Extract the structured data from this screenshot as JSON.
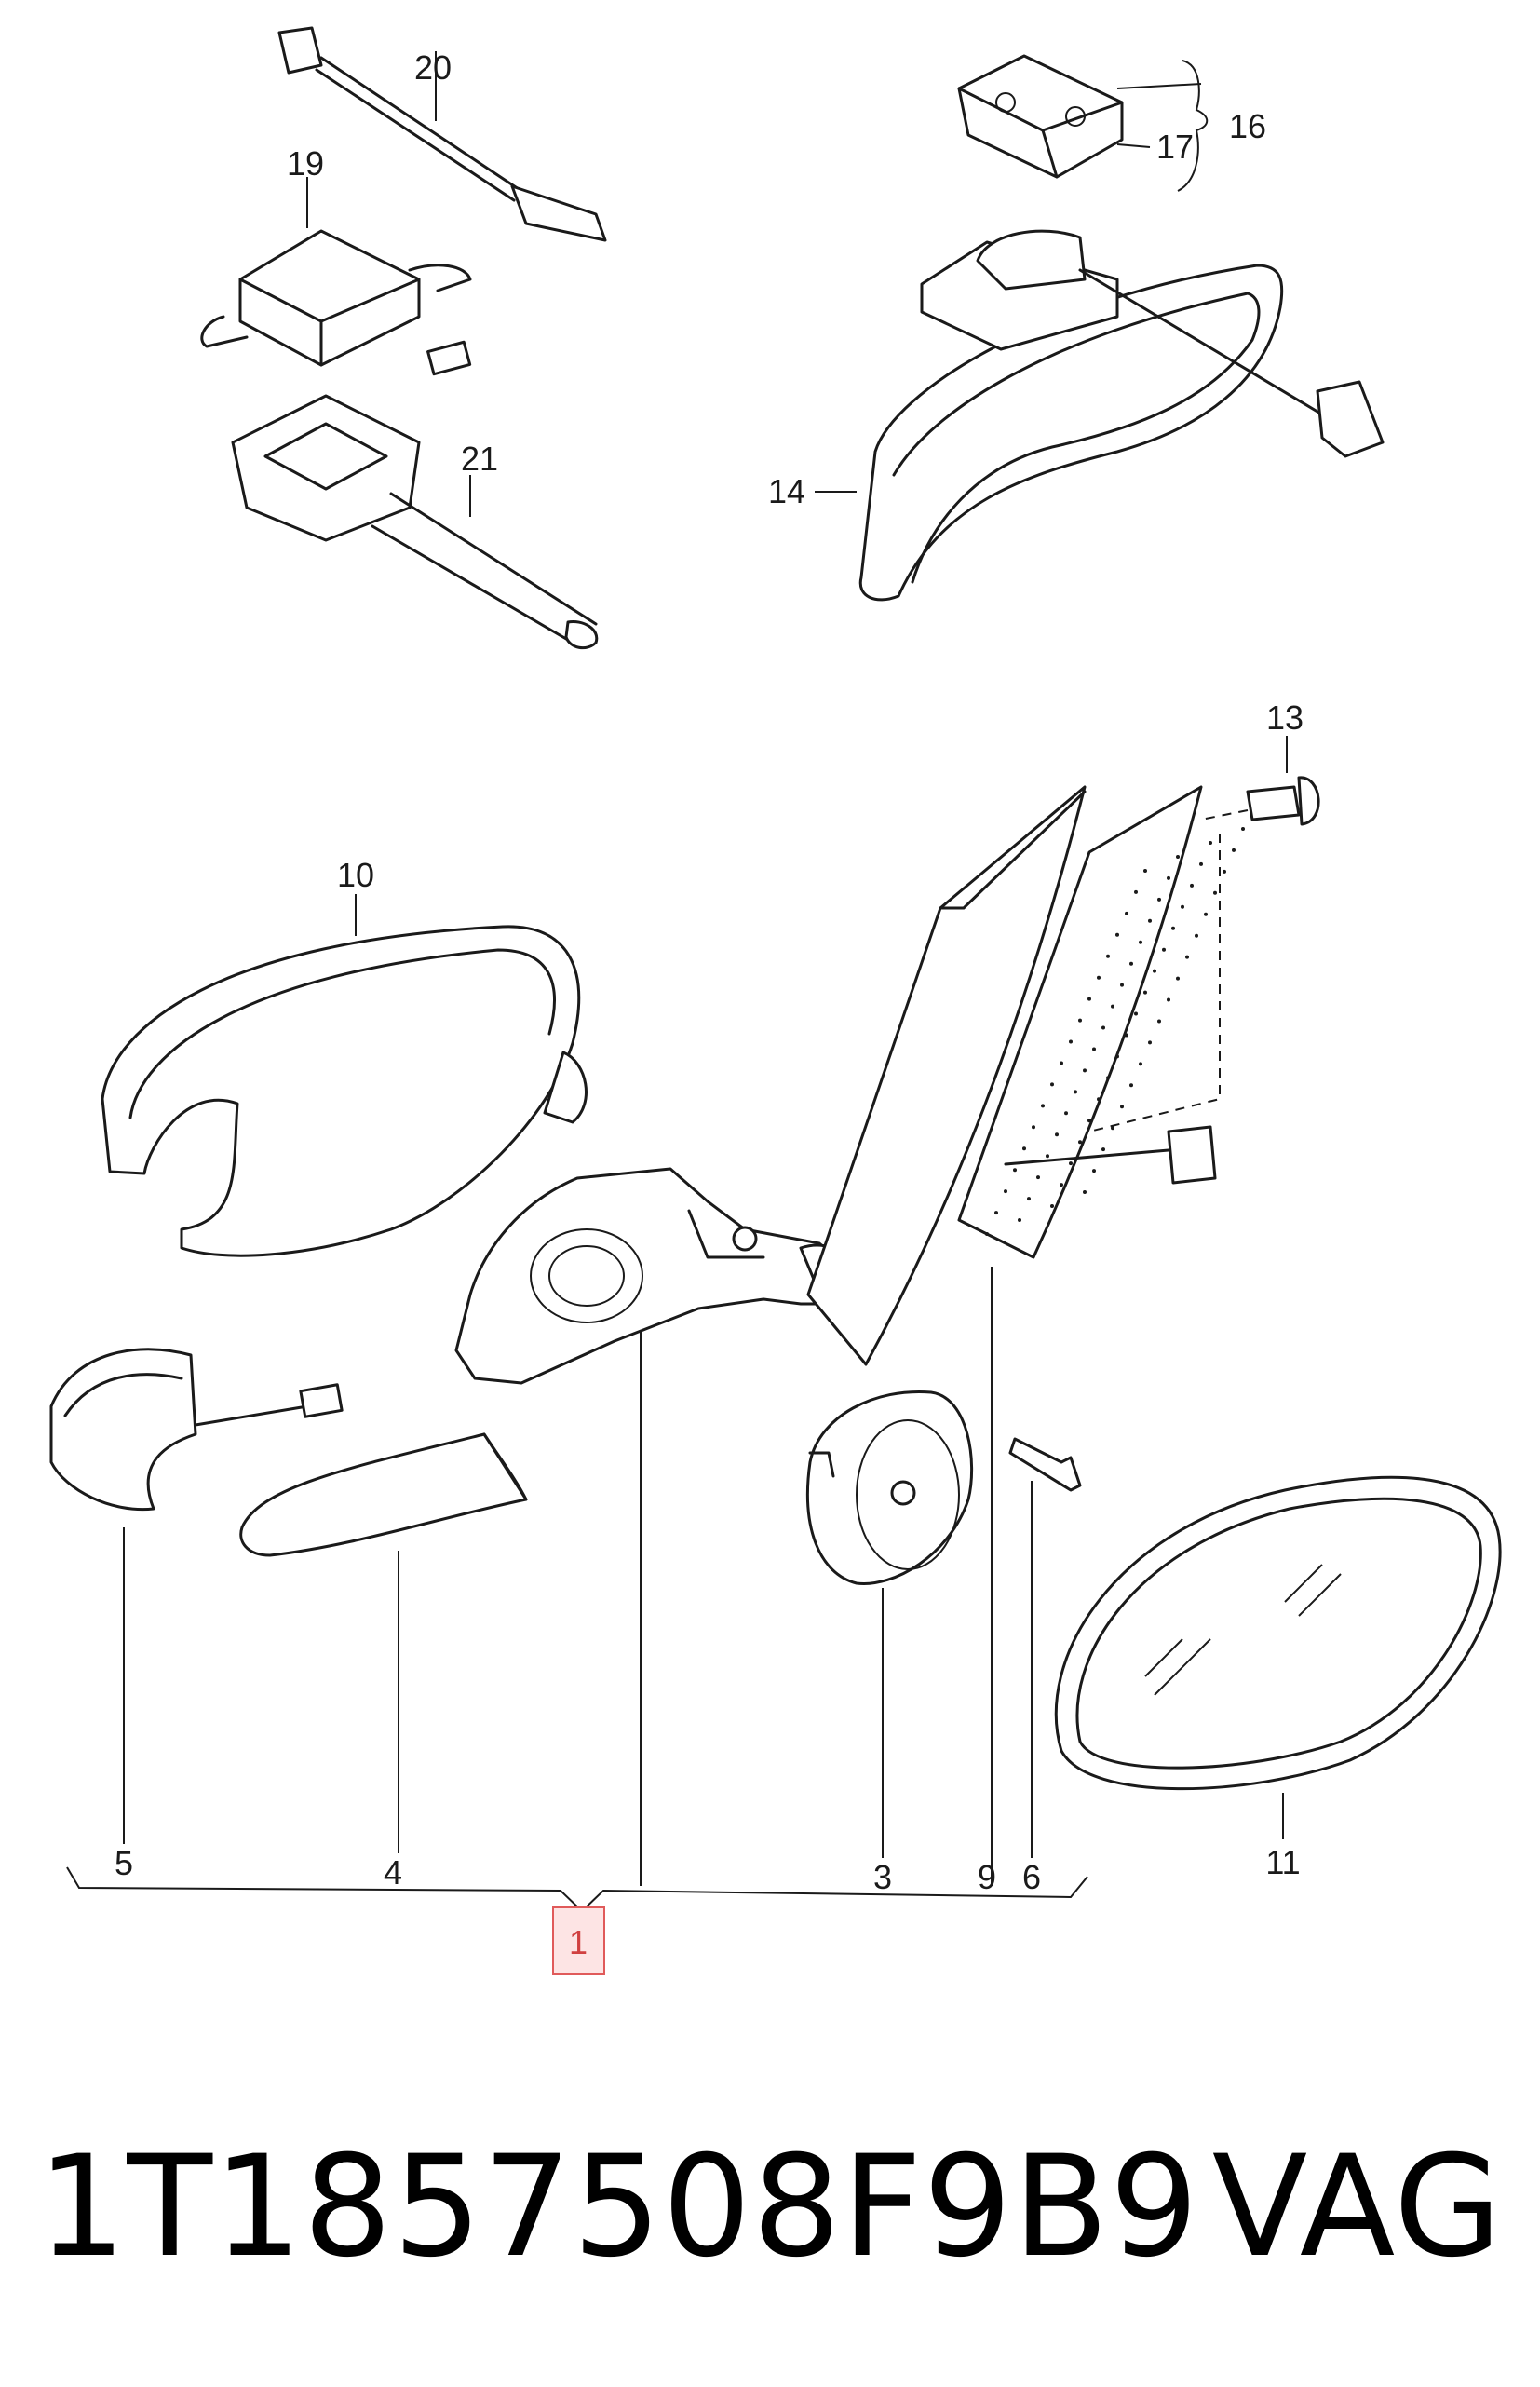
{
  "callouts": {
    "c1": "1",
    "c3": "3",
    "c4": "4",
    "c5": "5",
    "c6": "6",
    "c9": "9",
    "c10": "10",
    "c11": "11",
    "c13": "13",
    "c14": "14",
    "c16": "16",
    "c17": "17",
    "c19": "19",
    "c20": "20",
    "c21": "21"
  },
  "footer": {
    "part_number": "1T1857508F9B9",
    "brand": "VAG"
  },
  "colors": {
    "highlight_fill": "#fde4e4",
    "highlight_stroke": "#e05a5a"
  }
}
